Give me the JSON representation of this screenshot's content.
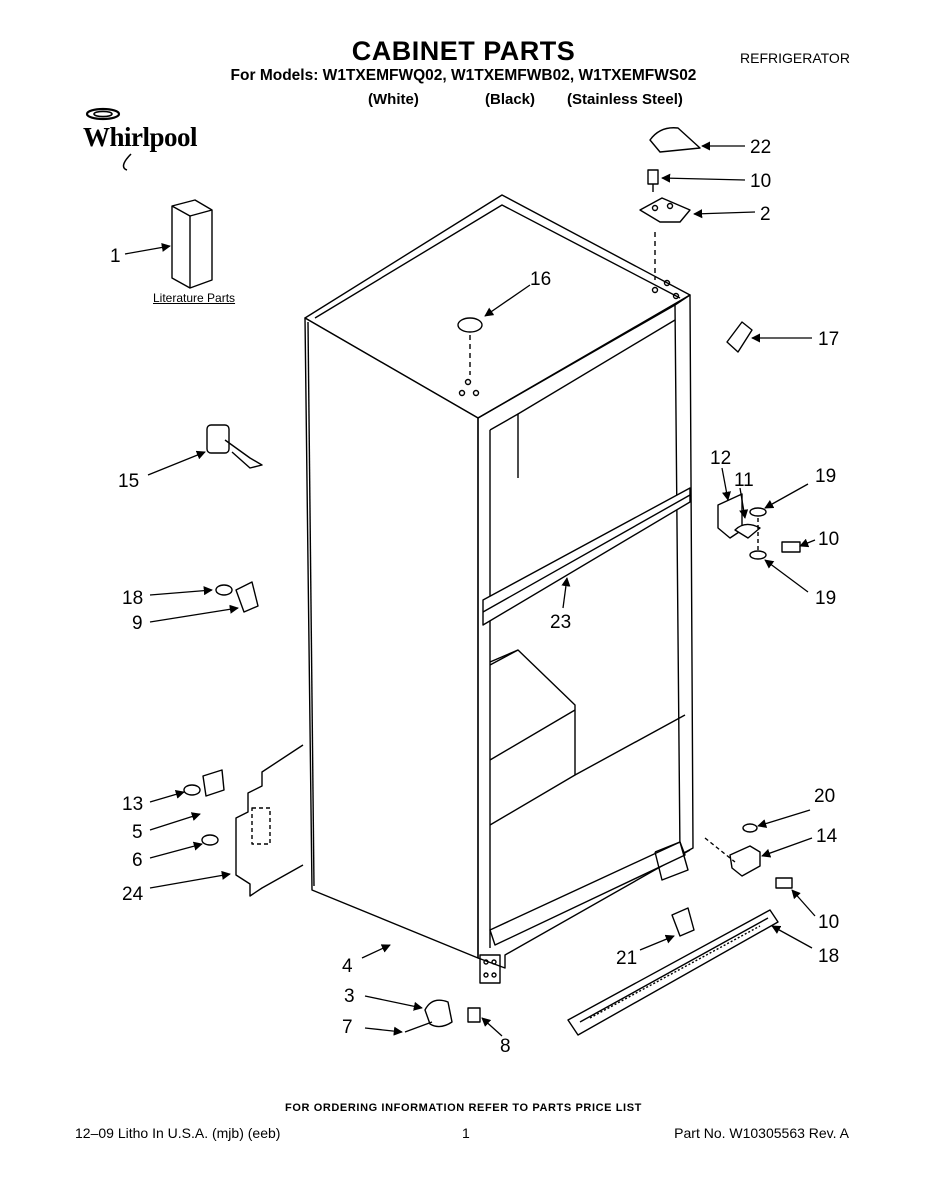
{
  "header": {
    "title": "CABINET PARTS",
    "category": "REFRIGERATOR",
    "models_line": "For Models: W1TXEMFWQ02, W1TXEMFWB02, W1TXEMFWS02",
    "variants": [
      "(White)",
      "(Black)",
      "(Stainless Steel)"
    ]
  },
  "brand": {
    "name": "Whirlpool",
    "logo_icon": "whirlpool-logo-icon"
  },
  "literature_label": "Literature Parts",
  "callouts": [
    {
      "id": "c22",
      "label": "22"
    },
    {
      "id": "c10a",
      "label": "10"
    },
    {
      "id": "c2",
      "label": "2"
    },
    {
      "id": "c1",
      "label": "1"
    },
    {
      "id": "c16",
      "label": "16"
    },
    {
      "id": "c17",
      "label": "17"
    },
    {
      "id": "c15",
      "label": "15"
    },
    {
      "id": "c12",
      "label": "12"
    },
    {
      "id": "c11",
      "label": "11"
    },
    {
      "id": "c19a",
      "label": "19"
    },
    {
      "id": "c10b",
      "label": "10"
    },
    {
      "id": "c19b",
      "label": "19"
    },
    {
      "id": "c18a",
      "label": "18"
    },
    {
      "id": "c9",
      "label": "9"
    },
    {
      "id": "c23",
      "label": "23"
    },
    {
      "id": "c13",
      "label": "13"
    },
    {
      "id": "c5",
      "label": "5"
    },
    {
      "id": "c6",
      "label": "6"
    },
    {
      "id": "c24",
      "label": "24"
    },
    {
      "id": "c20",
      "label": "20"
    },
    {
      "id": "c14",
      "label": "14"
    },
    {
      "id": "c10c",
      "label": "10"
    },
    {
      "id": "c21",
      "label": "21"
    },
    {
      "id": "c18b",
      "label": "18"
    },
    {
      "id": "c4",
      "label": "4"
    },
    {
      "id": "c3",
      "label": "3"
    },
    {
      "id": "c7",
      "label": "7"
    },
    {
      "id": "c8",
      "label": "8"
    }
  ],
  "footer": {
    "order_note": "FOR ORDERING INFORMATION REFER TO PARTS PRICE LIST",
    "litho": "12–09 Litho In U.S.A. (mjb) (eeb)",
    "page": "1",
    "part_no": "Part No. W10305563 Rev. A"
  }
}
